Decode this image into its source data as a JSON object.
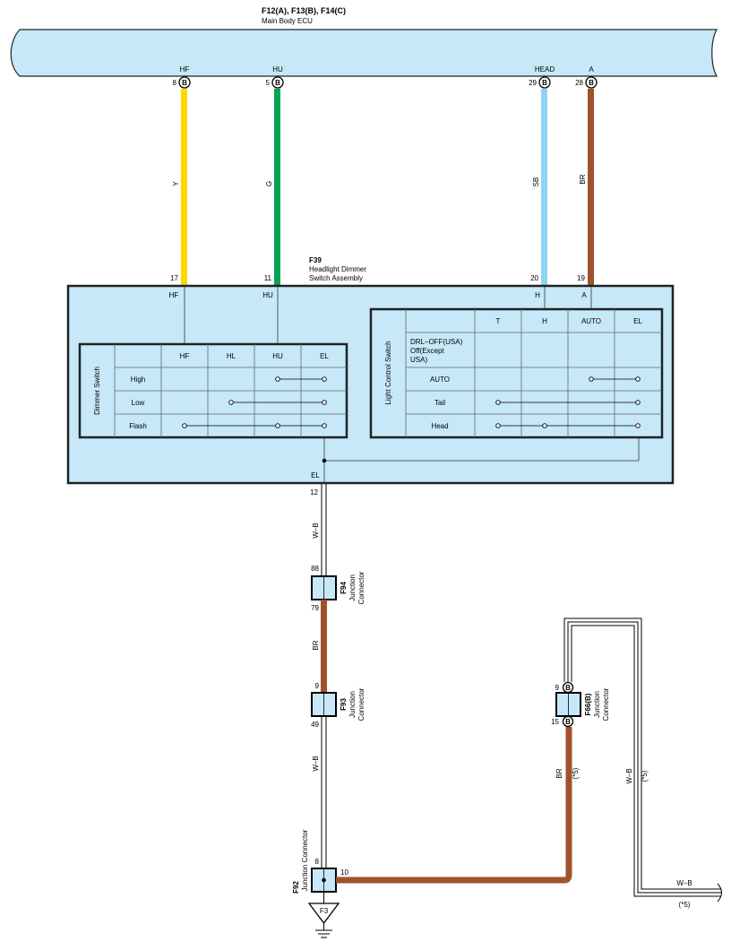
{
  "colors": {
    "panel_fill": "#c6e8f8",
    "wire_Y": "#ffd700",
    "wire_G": "#00a651",
    "wire_SB": "#8fd3f4",
    "wire_BR": "#a0522d",
    "outline": "#222222"
  },
  "ecu": {
    "connectors": "F12(A), F13(B), F14(C)",
    "name": "Main Body ECU",
    "pins": [
      {
        "label": "HF",
        "number": "8",
        "conn": "B"
      },
      {
        "label": "HU",
        "number": "5",
        "conn": "B"
      },
      {
        "label": "HEAD",
        "number": "29",
        "conn": "B"
      },
      {
        "label": "A",
        "number": "28",
        "conn": "B"
      }
    ]
  },
  "wires_top": [
    {
      "code": "Y",
      "color_key": "wire_Y"
    },
    {
      "code": "G",
      "color_key": "wire_G"
    },
    {
      "code": "SB",
      "color_key": "wire_SB"
    },
    {
      "code": "BR",
      "color_key": "wire_BR"
    }
  ],
  "switch_assembly": {
    "connector": "F39",
    "name_line1": "Headlight Dimmer",
    "name_line2": "Switch Assembly",
    "pin_numbers": [
      "17",
      "11",
      "20",
      "19"
    ],
    "pin_labels": [
      "HF",
      "HU",
      "H",
      "A"
    ],
    "el_label": "EL",
    "el_pin": "12"
  },
  "dimmer_switch": {
    "title": "Dimmer Switch",
    "columns": [
      "HF",
      "HL",
      "HU",
      "EL"
    ],
    "rows": [
      "High",
      "Low",
      "Flash"
    ]
  },
  "light_control_switch": {
    "title": "Light Control Switch",
    "columns": [
      "T",
      "H",
      "AUTO",
      "EL"
    ],
    "rows": [
      {
        "l1": "DRL–OFF(USA)",
        "l2": "Off(Except",
        "l3": "USA)"
      },
      {
        "l1": "AUTO"
      },
      {
        "l1": "Tail"
      },
      {
        "l1": "Head"
      }
    ]
  },
  "lower": {
    "wire_wb_1": "W–B",
    "f94": {
      "id": "F94",
      "name_line1": "Junction",
      "name_line2": "Connector",
      "pin_top": "88",
      "pin_bottom": "79"
    },
    "wire_br_1": "BR",
    "f93": {
      "id": "F93",
      "name_line1": "Junction",
      "name_line2": "Connector",
      "pin_top": "9",
      "pin_bottom": "49"
    },
    "wire_wb_2": "W–B",
    "f92": {
      "id": "F92",
      "name": "Junction Connector",
      "pin_top": "8",
      "pin_right": "10"
    },
    "ground": "F3",
    "f66": {
      "id": "F66(B)",
      "name_line1": "Junction",
      "name_line2": "Connector",
      "pin_top": "9",
      "pin_bottom": "15",
      "conn": "B"
    },
    "wire_br_2": "BR",
    "note_5": "(*5)",
    "wire_wb_3": "W–B",
    "wire_wb_4": "W–B"
  }
}
